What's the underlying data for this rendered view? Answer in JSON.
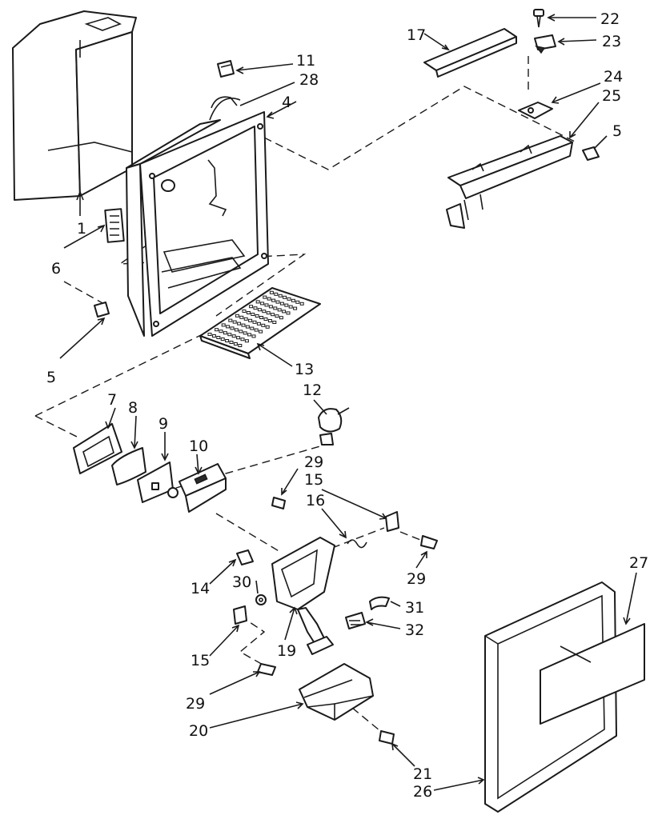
{
  "diagram": {
    "callouts": [
      {
        "id": "1",
        "label": "1"
      },
      {
        "id": "4",
        "label": "4"
      },
      {
        "id": "5a",
        "label": "5"
      },
      {
        "id": "5b",
        "label": "5"
      },
      {
        "id": "6",
        "label": "6"
      },
      {
        "id": "7",
        "label": "7"
      },
      {
        "id": "8",
        "label": "8"
      },
      {
        "id": "9",
        "label": "9"
      },
      {
        "id": "10",
        "label": "10"
      },
      {
        "id": "11",
        "label": "11"
      },
      {
        "id": "12",
        "label": "12"
      },
      {
        "id": "13",
        "label": "13"
      },
      {
        "id": "14",
        "label": "14"
      },
      {
        "id": "15a",
        "label": "15"
      },
      {
        "id": "15b",
        "label": "15"
      },
      {
        "id": "16",
        "label": "16"
      },
      {
        "id": "17",
        "label": "17"
      },
      {
        "id": "19",
        "label": "19"
      },
      {
        "id": "20",
        "label": "20"
      },
      {
        "id": "21",
        "label": "21"
      },
      {
        "id": "22",
        "label": "22"
      },
      {
        "id": "23",
        "label": "23"
      },
      {
        "id": "24",
        "label": "24"
      },
      {
        "id": "25",
        "label": "25"
      },
      {
        "id": "26",
        "label": "26"
      },
      {
        "id": "27",
        "label": "27"
      },
      {
        "id": "28",
        "label": "28"
      },
      {
        "id": "29a",
        "label": "29"
      },
      {
        "id": "29b",
        "label": "29"
      },
      {
        "id": "29c",
        "label": "29"
      },
      {
        "id": "30",
        "label": "30"
      },
      {
        "id": "31",
        "label": "31"
      },
      {
        "id": "32",
        "label": "32"
      }
    ]
  }
}
